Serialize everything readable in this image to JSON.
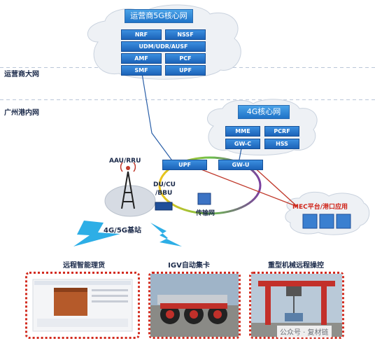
{
  "zones": {
    "operator_network": "运营商大网",
    "port_network": "广州港内网"
  },
  "operator_core": {
    "title": "运营商5G核心网",
    "functions": [
      "NRF",
      "NSSF",
      "UDM/UDR/AUSF",
      "AMF",
      "PCF",
      "SMF",
      "UPF"
    ]
  },
  "core_4g": {
    "title": "4G核心网",
    "functions": [
      "MME",
      "PCRF",
      "GW-C",
      "HSS"
    ]
  },
  "edge": {
    "upf": "UPF",
    "gwu": "GW-U"
  },
  "ran": {
    "aau": "AAU/RRU",
    "du": "DU/CU",
    "bbu": "/BBU",
    "base_station": "4G/5G基站",
    "transport": "传输网"
  },
  "mec": {
    "label": "MEC平台/港口应用"
  },
  "applications": [
    "远程智能理货",
    "IGV自动集卡",
    "重型机械远程操控"
  ],
  "watermark": "公众号 · 复材链",
  "colors": {
    "accent_blue": "#1f6fc4",
    "red": "#d0261b",
    "cloud": "#eef1f5"
  }
}
